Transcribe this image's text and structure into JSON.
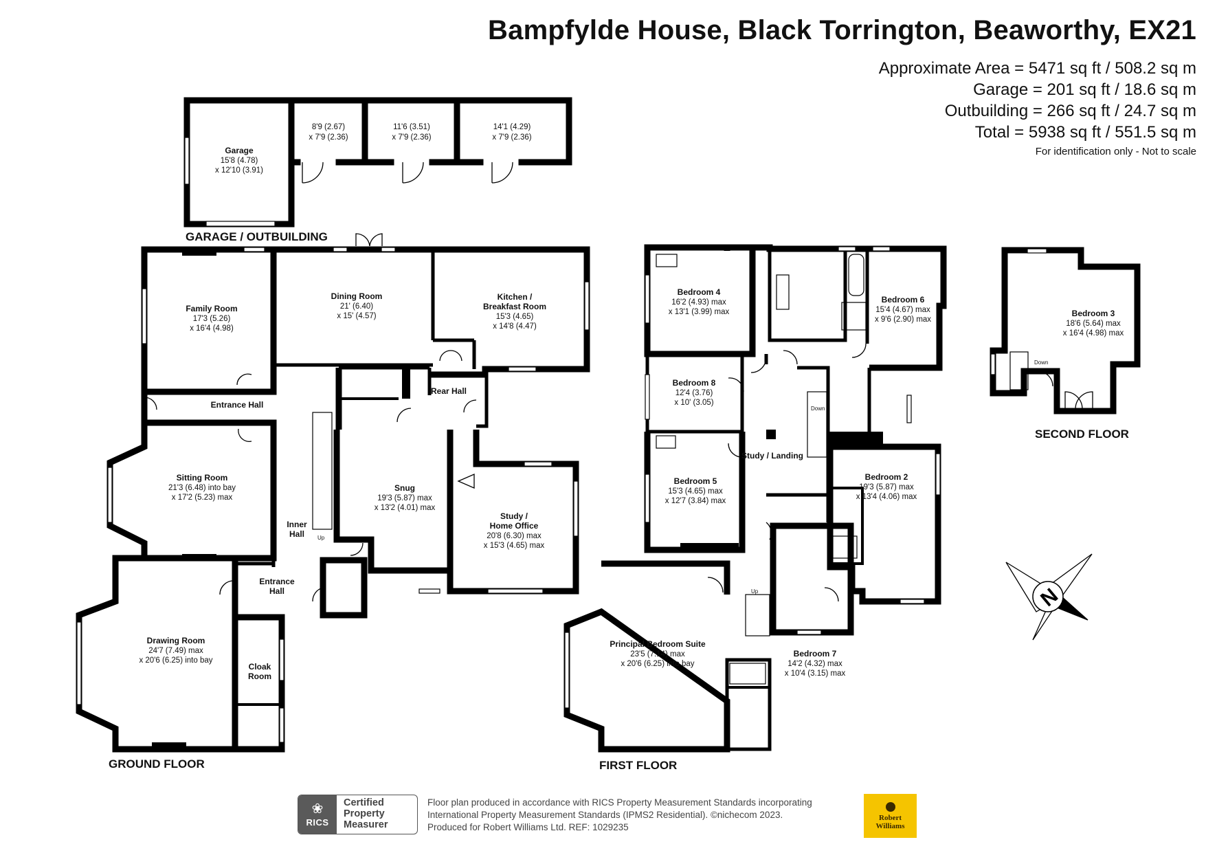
{
  "header": {
    "title": "Bampfylde House, Black Torrington, Beaworthy, EX21",
    "areas": [
      "Approximate Area = 5471 sq ft / 508.2 sq m",
      "Garage = 201 sq ft / 18.6 sq m",
      "Outbuilding = 266 sq ft / 24.7 sq m",
      "Total = 5938 sq ft / 551.5 sq m"
    ],
    "disclaimer": "For identification only - Not to scale"
  },
  "floors": {
    "garage_outbuilding": "GARAGE / OUTBUILDING",
    "ground": "GROUND FLOOR",
    "first": "FIRST FLOOR",
    "second": "SECOND FLOOR"
  },
  "rooms": {
    "garage": {
      "name": "Garage",
      "d1": "15'8 (4.78)",
      "d2": "x 12'10 (3.91)"
    },
    "out1": {
      "d1": "8'9 (2.67)",
      "d2": "x 7'9 (2.36)"
    },
    "out2": {
      "d1": "11'6 (3.51)",
      "d2": "x 7'9 (2.36)"
    },
    "out3": {
      "d1": "14'1 (4.29)",
      "d2": "x 7'9 (2.36)"
    },
    "family": {
      "name": "Family Room",
      "d1": "17'3 (5.26)",
      "d2": "x 16'4 (4.98)"
    },
    "dining": {
      "name": "Dining Room",
      "d1": "21' (6.40)",
      "d2": "x 15' (4.57)"
    },
    "kitchen": {
      "name1": "Kitchen /",
      "name2": "Breakfast Room",
      "d1": "15'3 (4.65)",
      "d2": "x 14'8 (4.47)"
    },
    "entrance_hall_top": {
      "name": "Entrance Hall"
    },
    "rear_hall": {
      "name": "Rear Hall"
    },
    "sitting": {
      "name": "Sitting Room",
      "d1": "21'3 (6.48) into bay",
      "d2": "x 17'2 (5.23) max"
    },
    "snug": {
      "name": "Snug",
      "d1": "19'3 (5.87) max",
      "d2": "x 13'2 (4.01) max"
    },
    "study": {
      "name1": "Study /",
      "name2": "Home Office",
      "d1": "20'8 (6.30) max",
      "d2": "x 15'3 (4.65) max"
    },
    "inner_hall": {
      "name1": "Inner",
      "name2": "Hall"
    },
    "entrance_hall_low": {
      "name1": "Entrance",
      "name2": "Hall"
    },
    "drawing": {
      "name": "Drawing Room",
      "d1": "24'7 (7.49) max",
      "d2": "x 20'6 (6.25) into bay"
    },
    "cloak": {
      "name1": "Cloak",
      "name2": "Room"
    },
    "bedroom4": {
      "name": "Bedroom 4",
      "d1": "16'2 (4.93) max",
      "d2": "x 13'1 (3.99) max"
    },
    "bedroom6": {
      "name": "Bedroom 6",
      "d1": "15'4 (4.67) max",
      "d2": "x 9'6 (2.90) max"
    },
    "bedroom8": {
      "name": "Bedroom 8",
      "d1": "12'4 (3.76)",
      "d2": "x 10' (3.05)"
    },
    "bedroom5": {
      "name": "Bedroom 5",
      "d1": "15'3 (4.65) max",
      "d2": "x 12'7 (3.84) max"
    },
    "study_landing": {
      "name": "Study / Landing"
    },
    "bedroom2": {
      "name": "Bedroom 2",
      "d1": "19'3 (5.87) max",
      "d2": "x 13'4 (4.06) max"
    },
    "principal": {
      "name": "Principal Bedroom Suite",
      "d1": "23'5 (7.14) max",
      "d2": "x 20'6 (6.25) into bay"
    },
    "bedroom7": {
      "name": "Bedroom 7",
      "d1": "14'2 (4.32) max",
      "d2": "x 10'4 (3.15) max"
    },
    "bedroom3": {
      "name": "Bedroom 3",
      "d1": "18'6 (5.64) max",
      "d2": "x 16'4 (4.98) max"
    }
  },
  "stair_labels": {
    "up": "Up",
    "down": "Down"
  },
  "compass": {
    "letter": "N"
  },
  "footer": {
    "badge_word": "RICS",
    "badge_lines": [
      "Certified",
      "Property",
      "Measurer"
    ],
    "lines": [
      "Floor plan produced in accordance with RICS Property Measurement Standards incorporating",
      "International Property Measurement Standards (IPMS2 Residential).   ©nichecom 2023.",
      "Produced for Robert Williams Ltd.   REF: 1029235"
    ],
    "logo_line1": "Robert",
    "logo_line2": "Williams"
  },
  "colors": {
    "wall": "#000000",
    "logo": "#f5c400"
  }
}
